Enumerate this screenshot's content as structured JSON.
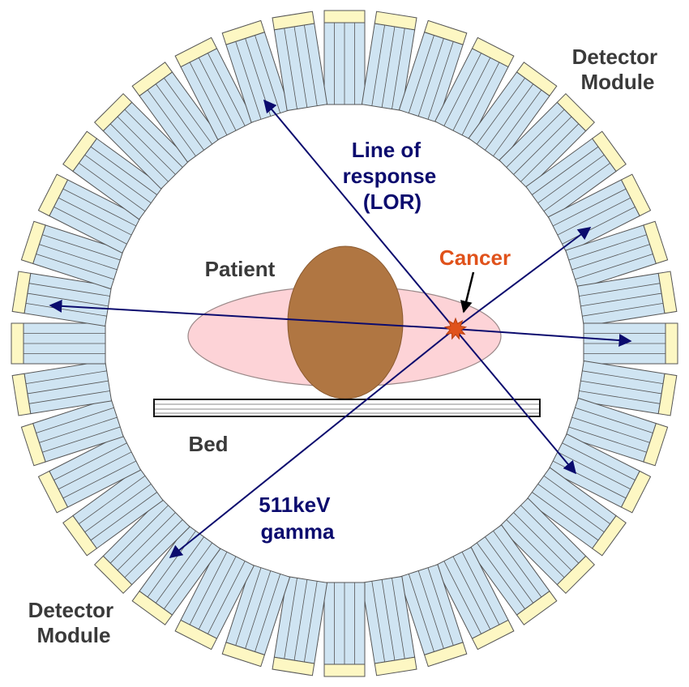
{
  "labels": {
    "detector_top": [
      "Detector",
      "Module"
    ],
    "detector_bottom": [
      "Detector",
      "Module"
    ],
    "lor": [
      "Line of",
      "response",
      "(LOR)"
    ],
    "gamma": [
      "511keV",
      "gamma"
    ],
    "patient": "Patient",
    "bed": "Bed",
    "cancer": "Cancer"
  },
  "ring": {
    "module_count": 40,
    "crystal_lines_per_module": 4
  },
  "colors": {
    "crystal": "#cfe4f2",
    "module_end": "#fdf7c3",
    "outline": "#555555",
    "lor_arrow": "#0b0b6e",
    "body": "#fdd3d7",
    "head": "#b07642",
    "cancer": "#e0521b",
    "text_dark": "#3a3a3a"
  }
}
